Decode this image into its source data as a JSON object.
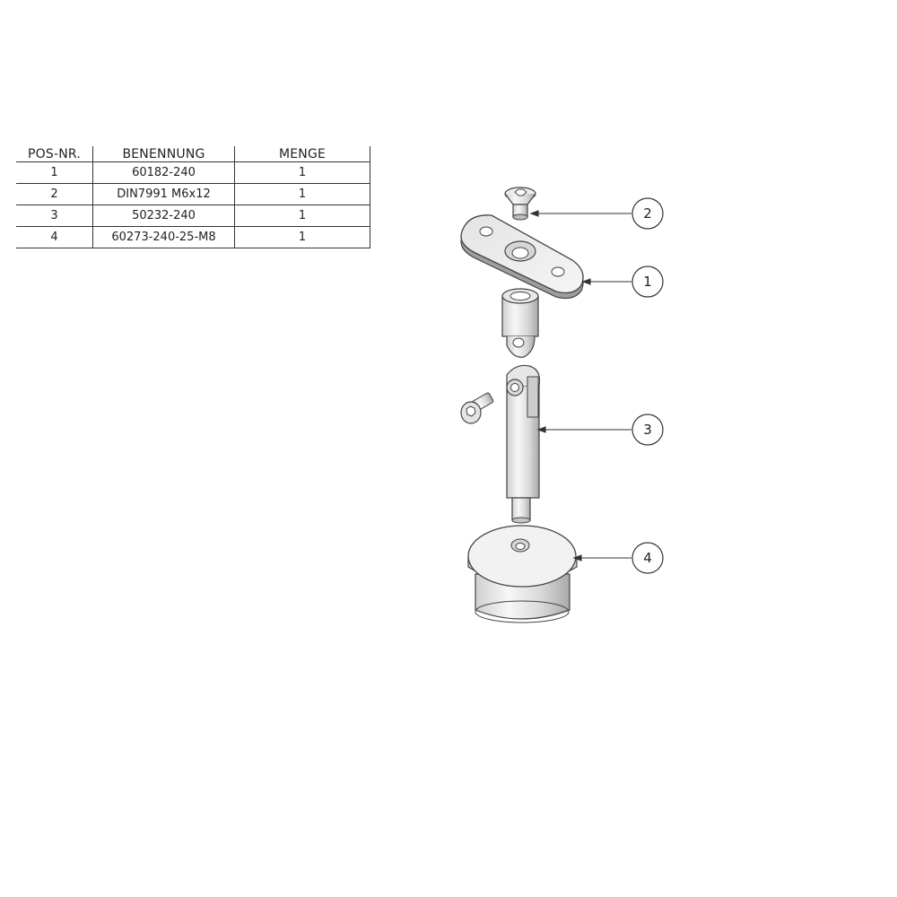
{
  "bom": {
    "headers": [
      "POS-NR.",
      "BENENNUNG",
      "MENGE"
    ],
    "rows": [
      {
        "pos": "1",
        "name": "60182-240",
        "qty": "1"
      },
      {
        "pos": "2",
        "name": "DIN7991 M6x12",
        "qty": "1"
      },
      {
        "pos": "3",
        "name": "50232-240",
        "qty": "1"
      },
      {
        "pos": "4",
        "name": "60273-240-25-M8",
        "qty": "1"
      }
    ]
  },
  "callouts": [
    "2",
    "1",
    "3",
    "4"
  ]
}
